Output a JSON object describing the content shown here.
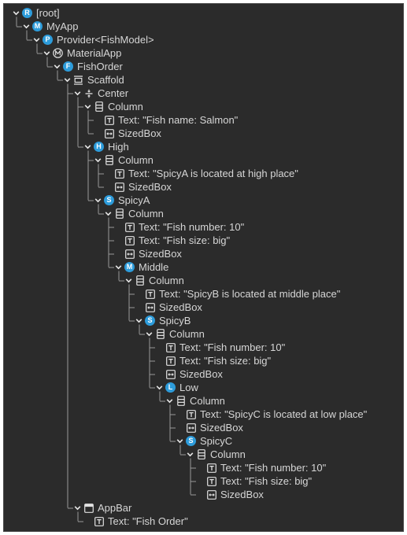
{
  "tree": {
    "nodes": [
      {
        "label": "[root]",
        "icon": "circle-letter-icon",
        "badge": "R",
        "expanded": true
      },
      {
        "label": "MyApp",
        "icon": "circle-letter-icon",
        "badge": "M",
        "expanded": true
      },
      {
        "label": "Provider<FishModel>",
        "icon": "circle-letter-icon",
        "badge": "P",
        "expanded": true
      },
      {
        "label": "MaterialApp",
        "icon": "material-app-icon",
        "expanded": true
      },
      {
        "label": "FishOrder",
        "icon": "circle-letter-icon",
        "badge": "F",
        "expanded": true
      },
      {
        "label": "Scaffold",
        "icon": "scaffold-icon",
        "expanded": true
      },
      {
        "label": "Center",
        "icon": "center-icon",
        "expanded": true
      },
      {
        "label": "Column",
        "icon": "column-icon",
        "expanded": true
      },
      {
        "label": "Text: \"Fish name: Salmon\"",
        "icon": "text-icon"
      },
      {
        "label": "SizedBox",
        "icon": "sizedbox-icon"
      },
      {
        "label": "High",
        "icon": "circle-letter-icon",
        "badge": "H",
        "expanded": true
      },
      {
        "label": "Column",
        "icon": "column-icon",
        "expanded": true
      },
      {
        "label": "Text: \"SpicyA is located at high place\"",
        "icon": "text-icon"
      },
      {
        "label": "SizedBox",
        "icon": "sizedbox-icon"
      },
      {
        "label": "SpicyA",
        "icon": "circle-letter-icon",
        "badge": "S",
        "expanded": true
      },
      {
        "label": "Column",
        "icon": "column-icon",
        "expanded": true
      },
      {
        "label": "Text: \"Fish number: 10\"",
        "icon": "text-icon"
      },
      {
        "label": "Text: \"Fish size: big\"",
        "icon": "text-icon"
      },
      {
        "label": "SizedBox",
        "icon": "sizedbox-icon"
      },
      {
        "label": "Middle",
        "icon": "circle-letter-icon",
        "badge": "M",
        "expanded": true
      },
      {
        "label": "Column",
        "icon": "column-icon",
        "expanded": true
      },
      {
        "label": "Text: \"SpicyB is located at middle place\"",
        "icon": "text-icon"
      },
      {
        "label": "SizedBox",
        "icon": "sizedbox-icon"
      },
      {
        "label": "SpicyB",
        "icon": "circle-letter-icon",
        "badge": "S",
        "expanded": true
      },
      {
        "label": "Column",
        "icon": "column-icon",
        "expanded": true
      },
      {
        "label": "Text: \"Fish number: 10\"",
        "icon": "text-icon"
      },
      {
        "label": "Text: \"Fish size: big\"",
        "icon": "text-icon"
      },
      {
        "label": "SizedBox",
        "icon": "sizedbox-icon"
      },
      {
        "label": "Low",
        "icon": "circle-letter-icon",
        "badge": "L",
        "expanded": true
      },
      {
        "label": "Column",
        "icon": "column-icon",
        "expanded": true
      },
      {
        "label": "Text: \"SpicyC is located at low place\"",
        "icon": "text-icon"
      },
      {
        "label": "SizedBox",
        "icon": "sizedbox-icon"
      },
      {
        "label": "SpicyC",
        "icon": "circle-letter-icon",
        "badge": "S",
        "expanded": true
      },
      {
        "label": "Column",
        "icon": "column-icon",
        "expanded": true
      },
      {
        "label": "Text: \"Fish number: 10\"",
        "icon": "text-icon"
      },
      {
        "label": "Text: \"Fish size: big\"",
        "icon": "text-icon"
      },
      {
        "label": "SizedBox",
        "icon": "sizedbox-icon"
      },
      {
        "label": "AppBar",
        "icon": "appbar-icon",
        "expanded": true
      },
      {
        "label": "Text: \"Fish Order\"",
        "icon": "text-icon"
      }
    ]
  },
  "colors": {
    "background": "#2b2b2b",
    "text": "#d6d6d6",
    "badge": "#2d9cdb",
    "guide": "#9a9a9a"
  }
}
